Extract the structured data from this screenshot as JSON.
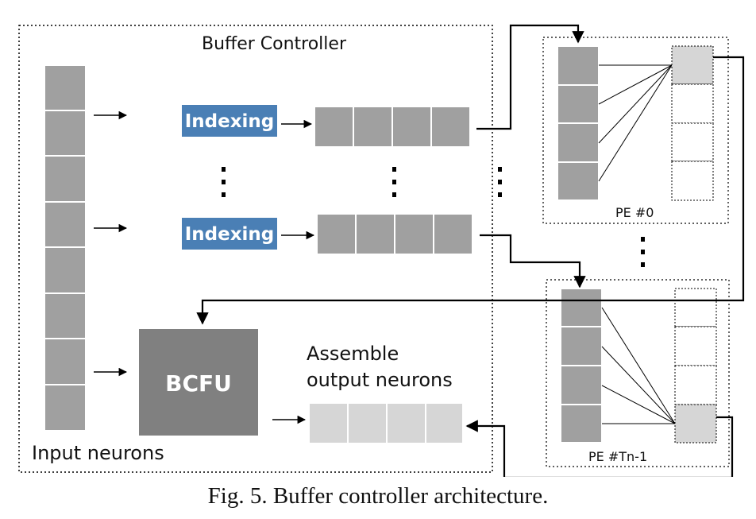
{
  "title": "Buffer Controller",
  "input_label": "Input neurons",
  "indexing_label": "Indexing",
  "bcfu_label": "BCFU",
  "assemble_label": [
    "Assemble",
    "output neurons"
  ],
  "pe_top_label": "PE #0",
  "pe_bottom_label": "PE #Tn-1",
  "caption": "Fig. 5.   Buffer controller architecture.",
  "colors": {
    "cell_dark": "#a0a0a0",
    "cell_light": "#d6d6d6",
    "indexing_bg": "#4a7fb5",
    "bcfu_bg": "#808080",
    "line": "#000000"
  }
}
